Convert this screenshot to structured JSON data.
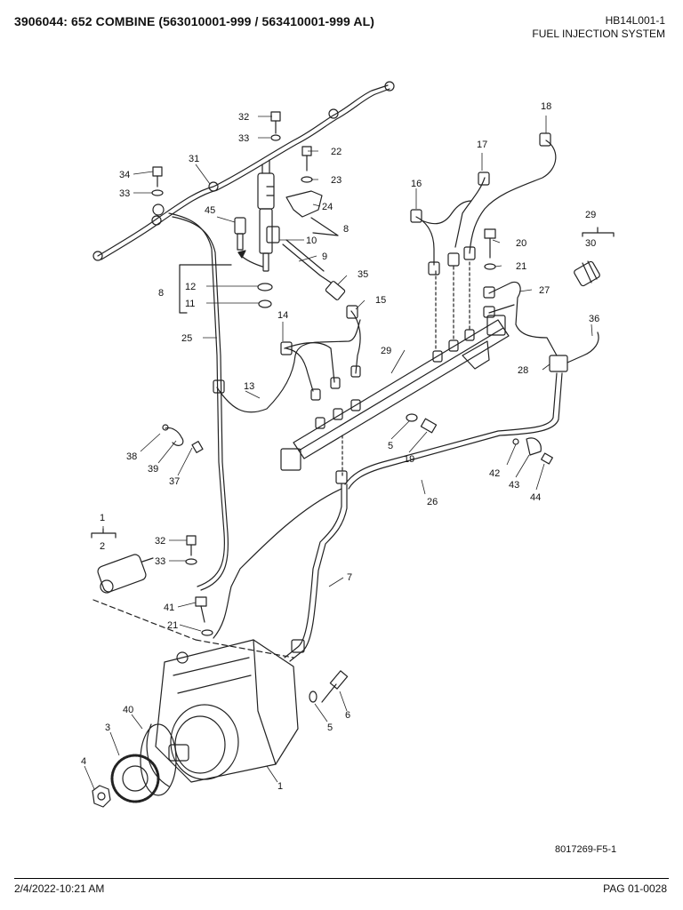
{
  "header": {
    "title": "3906044: 652 COMBINE (563010001-999 / 563410001-999 AL)",
    "doc_code": "HB14L001-1",
    "section": "FUEL INJECTION SYSTEM"
  },
  "diagram": {
    "ref_code": "8017269-F5-1",
    "callouts": [
      {
        "id": "c32a",
        "label": "32"
      },
      {
        "id": "c33a",
        "label": "33"
      },
      {
        "id": "c22",
        "label": "22"
      },
      {
        "id": "c23",
        "label": "23"
      },
      {
        "id": "c24",
        "label": "24"
      },
      {
        "id": "c31",
        "label": "31"
      },
      {
        "id": "c34",
        "label": "34"
      },
      {
        "id": "c33b",
        "label": "33"
      },
      {
        "id": "c45",
        "label": "45"
      },
      {
        "id": "c10",
        "label": "10"
      },
      {
        "id": "c8a",
        "label": "8"
      },
      {
        "id": "c9",
        "label": "9"
      },
      {
        "id": "c12",
        "label": "12"
      },
      {
        "id": "c8b",
        "label": "8"
      },
      {
        "id": "c11",
        "label": "11"
      },
      {
        "id": "c35",
        "label": "35"
      },
      {
        "id": "c15",
        "label": "15"
      },
      {
        "id": "c14",
        "label": "14"
      },
      {
        "id": "c25",
        "label": "25"
      },
      {
        "id": "c13",
        "label": "13"
      },
      {
        "id": "c18",
        "label": "18"
      },
      {
        "id": "c17",
        "label": "17"
      },
      {
        "id": "c16",
        "label": "16"
      },
      {
        "id": "c29a",
        "label": "29"
      },
      {
        "id": "c30",
        "label": "30"
      },
      {
        "id": "c20",
        "label": "20"
      },
      {
        "id": "c21a",
        "label": "21"
      },
      {
        "id": "c27",
        "label": "27"
      },
      {
        "id": "c36",
        "label": "36"
      },
      {
        "id": "c29b",
        "label": "29"
      },
      {
        "id": "c28",
        "label": "28"
      },
      {
        "id": "c5a",
        "label": "5"
      },
      {
        "id": "c19",
        "label": "19"
      },
      {
        "id": "c42",
        "label": "42"
      },
      {
        "id": "c43",
        "label": "43"
      },
      {
        "id": "c44",
        "label": "44"
      },
      {
        "id": "c26",
        "label": "26"
      },
      {
        "id": "c38",
        "label": "38"
      },
      {
        "id": "c39",
        "label": "39"
      },
      {
        "id": "c37",
        "label": "37"
      },
      {
        "id": "c1a",
        "label": "1"
      },
      {
        "id": "c2",
        "label": "2"
      },
      {
        "id": "c32b",
        "label": "32"
      },
      {
        "id": "c33c",
        "label": "33"
      },
      {
        "id": "c7",
        "label": "7"
      },
      {
        "id": "c41",
        "label": "41"
      },
      {
        "id": "c21b",
        "label": "21"
      },
      {
        "id": "c40",
        "label": "40"
      },
      {
        "id": "c3",
        "label": "3"
      },
      {
        "id": "c6",
        "label": "6"
      },
      {
        "id": "c5b",
        "label": "5"
      },
      {
        "id": "c4",
        "label": "4"
      },
      {
        "id": "c1b",
        "label": "1"
      }
    ]
  },
  "footer": {
    "timestamp": "2/4/2022-10:21 AM",
    "page": "PAG 01-0028"
  }
}
